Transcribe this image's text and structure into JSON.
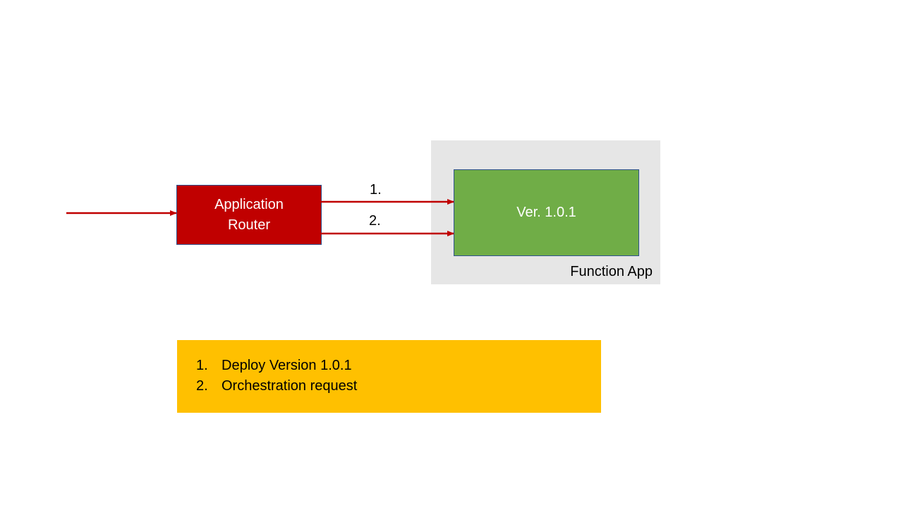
{
  "router": {
    "line1": "Application",
    "line2": "Router"
  },
  "function_app": {
    "label": "Function App",
    "version_box": "Ver. 1.0.1"
  },
  "arrows": {
    "label_1": "1.",
    "label_2": "2."
  },
  "legend": {
    "items": [
      {
        "num": "1.",
        "text": "Deploy Version 1.0.1"
      },
      {
        "num": "2.",
        "text": "Orchestration request"
      }
    ]
  },
  "colors": {
    "router_fill": "#c00000",
    "version_fill": "#70ad47",
    "container_fill": "#e6e6e6",
    "legend_fill": "#ffc000",
    "arrow": "#c00000"
  }
}
